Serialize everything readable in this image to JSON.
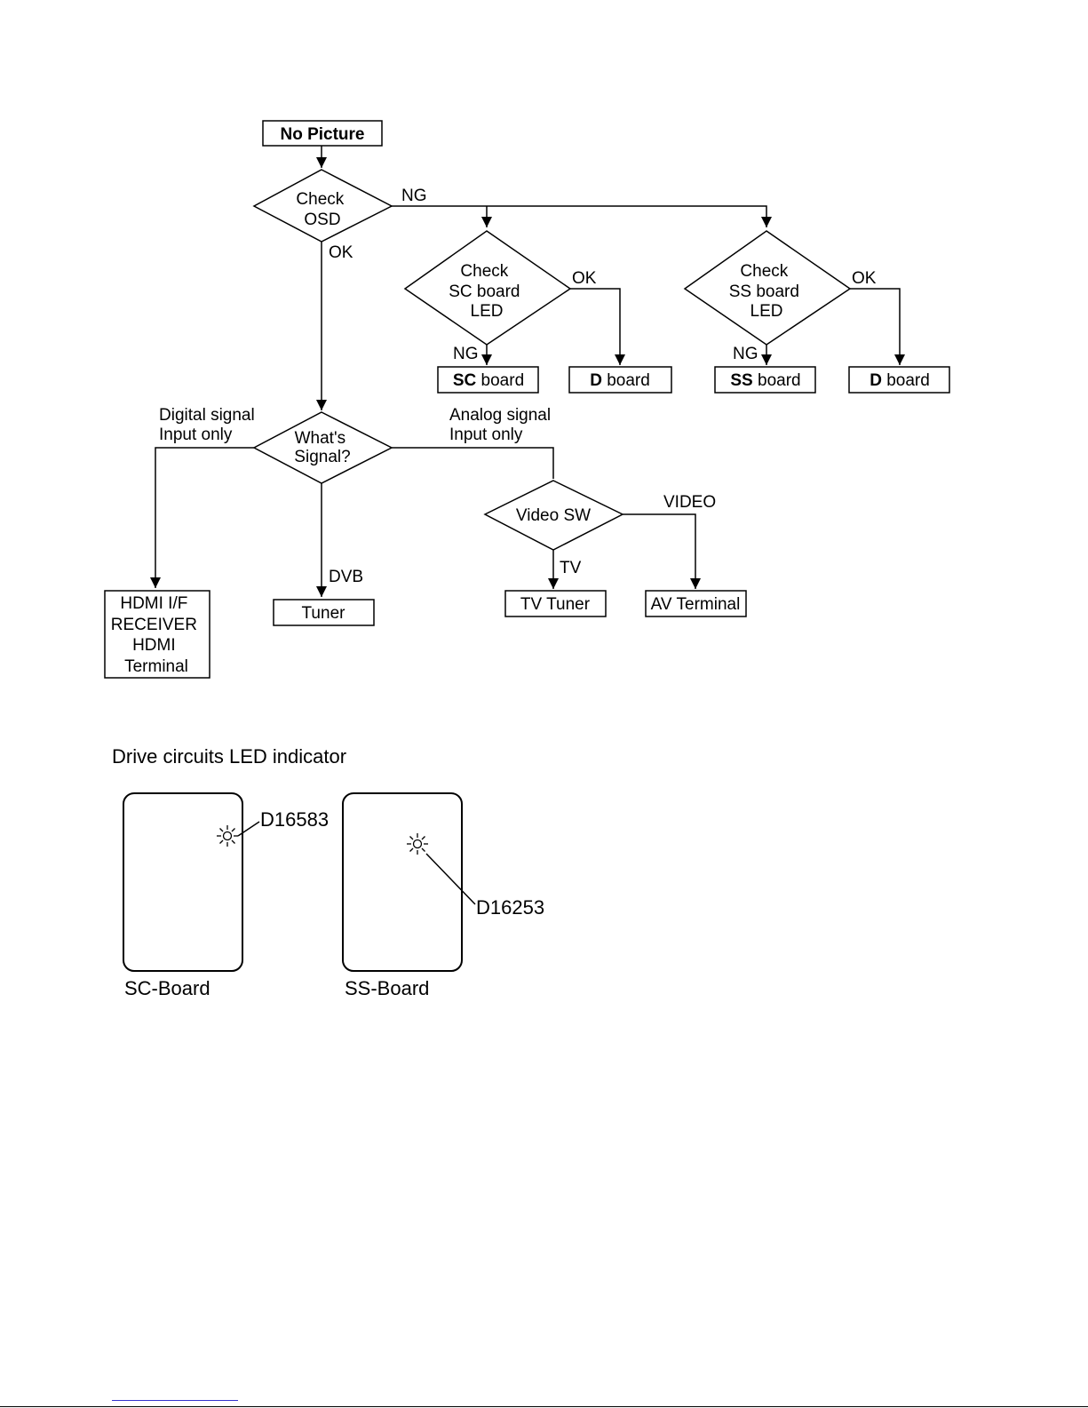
{
  "flowchart": {
    "start": "No Picture",
    "check_osd": [
      "Check",
      "OSD"
    ],
    "check_sc": [
      "Check",
      "SC board",
      "LED"
    ],
    "check_ss": [
      "Check",
      "SS board",
      "LED"
    ],
    "whats_signal": [
      "What's",
      "Signal?"
    ],
    "video_sw": "Video SW",
    "sc_board": {
      "bold": "SC",
      "rest": " board"
    },
    "d_board": {
      "bold": "D",
      "rest": " board"
    },
    "ss_board": {
      "bold": "SS",
      "rest": " board"
    },
    "hdmi": [
      "HDMI I/F",
      "RECEIVER",
      "HDMI",
      "Terminal"
    ],
    "tuner": "Tuner",
    "tv_tuner": "TV Tuner",
    "av_terminal": "AV Terminal",
    "edges": {
      "ng": "NG",
      "ok": "OK",
      "digital": [
        "Digital signal",
        "Input only"
      ],
      "analog": [
        "Analog signal",
        "Input only"
      ],
      "dvb": "DVB",
      "tv": "TV",
      "video": "VIDEO"
    }
  },
  "led_indicator": {
    "title": "Drive circuits LED indicator",
    "sc_board_label": "SC-Board",
    "ss_board_label": "SS-Board",
    "sc_led": "D16583",
    "ss_led": "D16253"
  }
}
